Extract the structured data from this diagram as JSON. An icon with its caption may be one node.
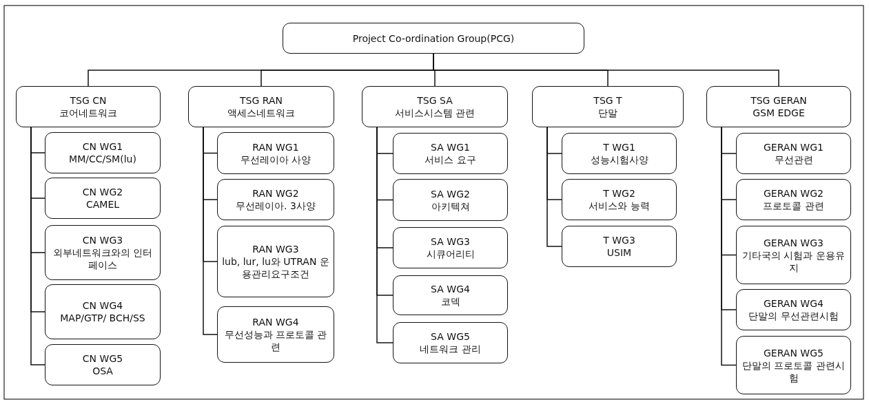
{
  "diagram": {
    "nodes": [
      {
        "text": [
          "Project Co-ordination Group(PCG)"
        ]
      },
      {
        "text": [
          "TSG CN",
          "코어네트워크"
        ]
      },
      {
        "text": [
          "CN WG1",
          "MM/CC/SM(lu)"
        ]
      },
      {
        "text": [
          "CN WG2",
          "CAMEL"
        ]
      },
      {
        "text": [
          "CN WG3",
          "외부네트워크와의 인터페이스"
        ]
      },
      {
        "text": [
          "CN WG4",
          "MAP/GTP/ BCH/SS"
        ]
      },
      {
        "text": [
          "CN WG5",
          "OSA"
        ]
      },
      {
        "text": [
          "TSG RAN",
          "액세스네트워크"
        ]
      },
      {
        "text": [
          "RAN WG1",
          "무선레이아 사양"
        ]
      },
      {
        "text": [
          "RAN WG2",
          "무선레이아. 3사양"
        ]
      },
      {
        "text": [
          "RAN WG3",
          "lub, lur, lu와 UTRAN 운용관리요구조건"
        ]
      },
      {
        "text": [
          "RAN WG4",
          "무선성능과 프로토콜 관련"
        ]
      },
      {
        "text": [
          "TSG SA",
          "서비스시스템 관련"
        ]
      },
      {
        "text": [
          "SA WG1",
          "서비스 요구"
        ]
      },
      {
        "text": [
          "SA WG2",
          "아키텍쳐"
        ]
      },
      {
        "text": [
          "SA WG3",
          "시큐어리티"
        ]
      },
      {
        "text": [
          "SA WG4",
          "코덱"
        ]
      },
      {
        "text": [
          "SA WG5",
          "네트워크 관리"
        ]
      },
      {
        "text": [
          "TSG T",
          "단말"
        ]
      },
      {
        "text": [
          "T WG1",
          "성능시험사양"
        ]
      },
      {
        "text": [
          "T WG2",
          "서비스와 능력"
        ]
      },
      {
        "text": [
          "T WG3",
          "USIM"
        ]
      },
      {
        "text": [
          "TSG GERAN",
          "GSM EDGE"
        ]
      },
      {
        "text": [
          "GERAN WG1",
          "무선관련"
        ]
      },
      {
        "text": [
          "GERAN WG2",
          "프로토콜 관련"
        ]
      },
      {
        "text": [
          "GERAN WG3",
          "기타국의 시험과 운용유지"
        ]
      },
      {
        "text": [
          "GERAN WG4",
          "단말의 무선관련시험"
        ]
      },
      {
        "text": [
          "GERAN WG5",
          "단말의 프로토콜 관련시험"
        ]
      }
    ],
    "edges": [
      {
        "from": 0,
        "to": 1,
        "arrow": "none"
      },
      {
        "from": 0,
        "to": 7,
        "arrow": "none"
      },
      {
        "from": 0,
        "to": 12,
        "arrow": "none"
      },
      {
        "from": 0,
        "to": 18,
        "arrow": "none"
      },
      {
        "from": 0,
        "to": 22,
        "arrow": "none"
      },
      {
        "from": 1,
        "to": 2,
        "arrow": "none"
      },
      {
        "from": 1,
        "to": 3,
        "arrow": "none"
      },
      {
        "from": 1,
        "to": 4,
        "arrow": "none"
      },
      {
        "from": 1,
        "to": 5,
        "arrow": "none"
      },
      {
        "from": 1,
        "to": 6,
        "arrow": "none"
      },
      {
        "from": 7,
        "to": 8,
        "arrow": "none"
      },
      {
        "from": 7,
        "to": 9,
        "arrow": "none"
      },
      {
        "from": 7,
        "to": 10,
        "arrow": "none"
      },
      {
        "from": 7,
        "to": 11,
        "arrow": "none"
      },
      {
        "from": 12,
        "to": 13,
        "arrow": "none"
      },
      {
        "from": 12,
        "to": 14,
        "arrow": "none"
      },
      {
        "from": 12,
        "to": 15,
        "arrow": "none"
      },
      {
        "from": 12,
        "to": 16,
        "arrow": "none"
      },
      {
        "from": 12,
        "to": 17,
        "arrow": "none"
      },
      {
        "from": 18,
        "to": 19,
        "arrow": "none"
      },
      {
        "from": 18,
        "to": 20,
        "arrow": "none"
      },
      {
        "from": 18,
        "to": 21,
        "arrow": "none"
      },
      {
        "from": 22,
        "to": 23,
        "arrow": "none"
      },
      {
        "from": 22,
        "to": 24,
        "arrow": "none"
      },
      {
        "from": 22,
        "to": 25,
        "arrow": "none"
      },
      {
        "from": 22,
        "to": 26,
        "arrow": "none"
      },
      {
        "from": 22,
        "to": 27,
        "arrow": "none"
      }
    ]
  }
}
